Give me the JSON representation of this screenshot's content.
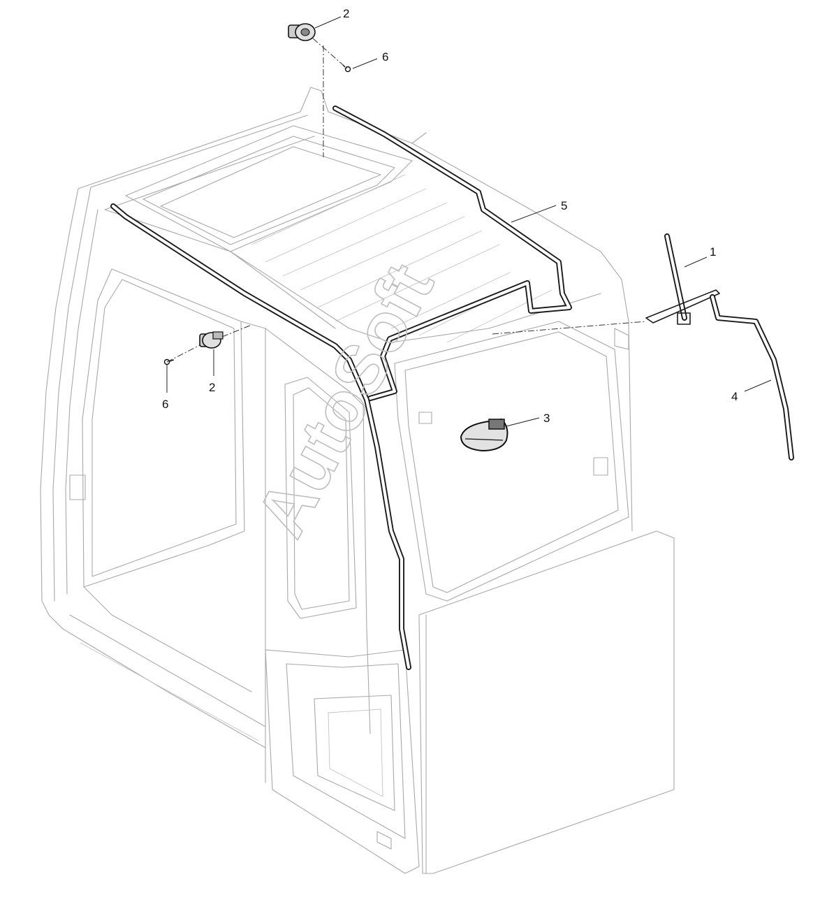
{
  "watermark": "AutoSoft",
  "callouts": [
    {
      "id": "1",
      "label": "1"
    },
    {
      "id": "2a",
      "label": "2"
    },
    {
      "id": "2b",
      "label": "2"
    },
    {
      "id": "3",
      "label": "3"
    },
    {
      "id": "4",
      "label": "4"
    },
    {
      "id": "5",
      "label": "5"
    },
    {
      "id": "6a",
      "label": "6"
    },
    {
      "id": "6b",
      "label": "6"
    }
  ],
  "colors": {
    "line": "#a8a8a8",
    "part": "#1a1a1a",
    "background": "#ffffff"
  }
}
